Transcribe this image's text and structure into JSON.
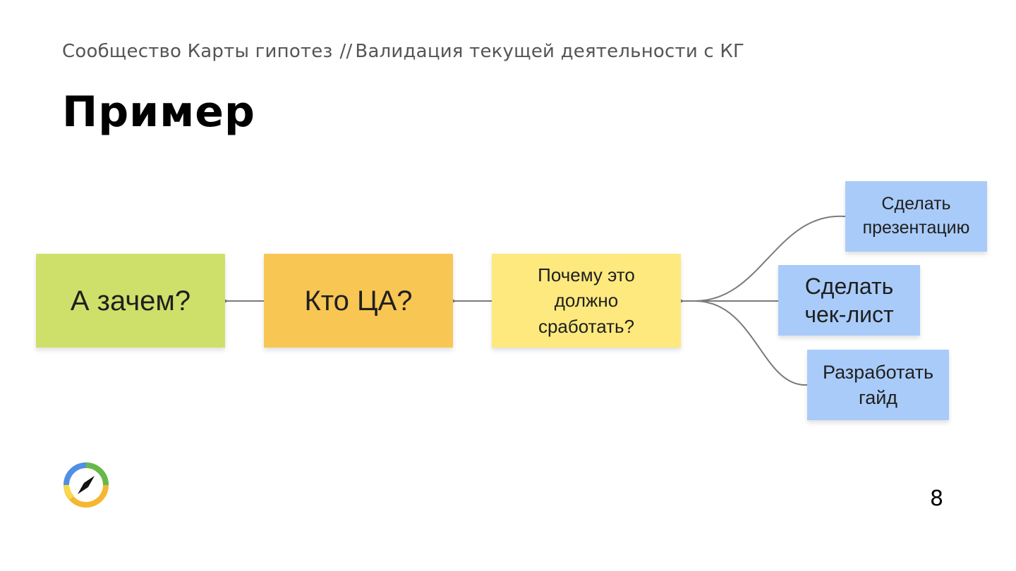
{
  "header": {
    "community": "Сообщество Карты гипотез",
    "separator": "//",
    "section": "Валидация текущей деятельности с КГ"
  },
  "title": "Пример",
  "diagram": {
    "nodes": {
      "why": {
        "label": "А зачем?",
        "color": "#cfe06a"
      },
      "who": {
        "label": "Кто ЦА?",
        "color": "#f8c653"
      },
      "reason": {
        "lines": [
          "Почему это",
          "должно",
          "сработать?"
        ],
        "color": "#fde97e"
      },
      "presentation": {
        "lines": [
          "Сделать",
          "презентацию"
        ],
        "color": "#a9cbf9"
      },
      "checklist": {
        "lines": [
          "Сделать",
          "чек-лист"
        ],
        "color": "#a9cbf9"
      },
      "guide": {
        "lines": [
          "Разработать",
          "гайд"
        ],
        "color": "#a9cbf9"
      }
    },
    "edges": [
      {
        "from": "who",
        "to": "why"
      },
      {
        "from": "reason",
        "to": "who"
      },
      {
        "from": "presentation",
        "to": "reason"
      },
      {
        "from": "checklist",
        "to": "reason"
      },
      {
        "from": "guide",
        "to": "reason"
      }
    ],
    "edge_color": "#7a7a7a"
  },
  "logo": {
    "icon": "compass-icon",
    "colors": [
      "#4f8fe8",
      "#65b94b",
      "#f5b731",
      "#f9d84a"
    ]
  },
  "page_number": "8"
}
